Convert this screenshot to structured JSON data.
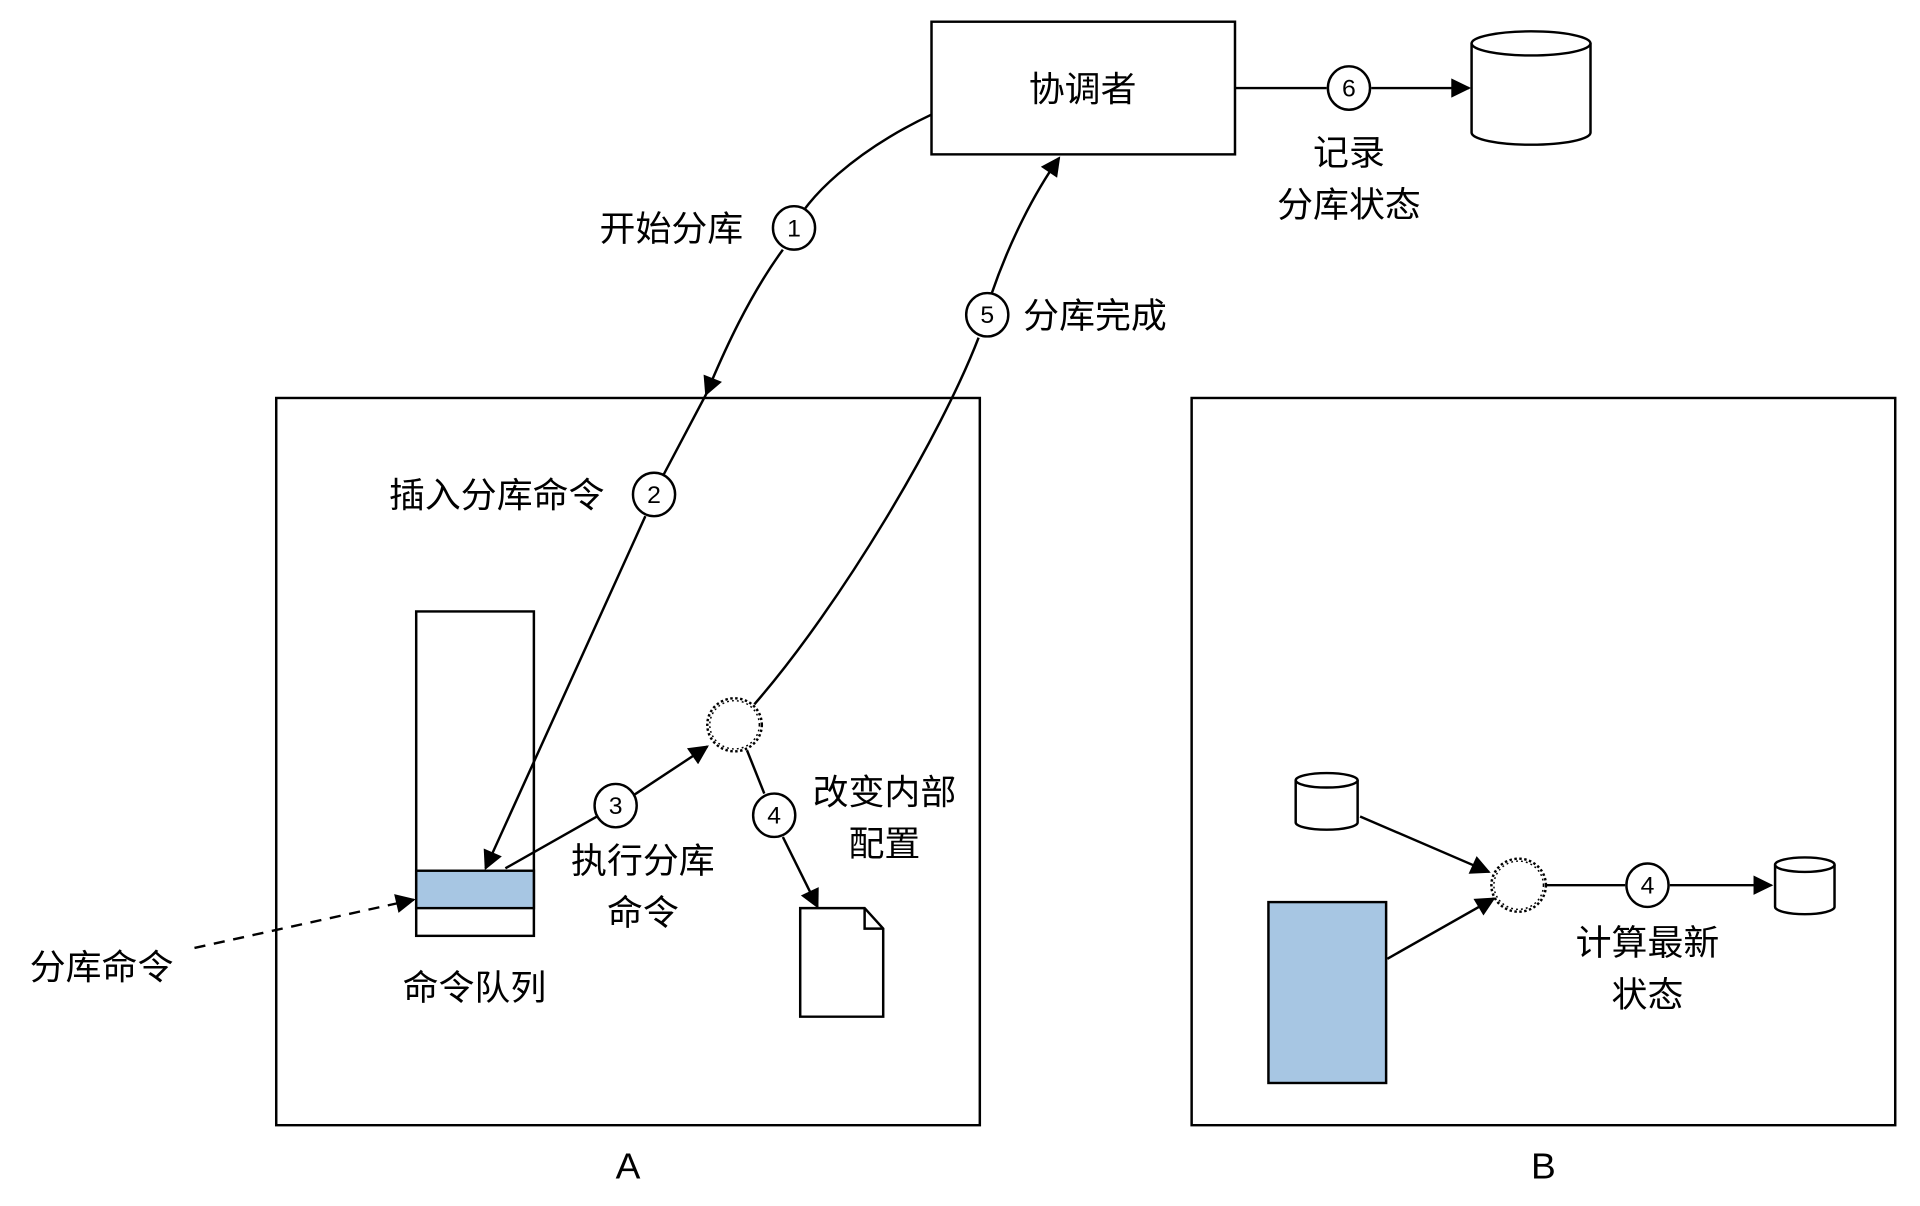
{
  "coordinator": {
    "label": "协调者"
  },
  "steps": {
    "s1": {
      "num": "1",
      "label": "开始分库"
    },
    "s2": {
      "num": "2",
      "label": "插入分库命令"
    },
    "s3": {
      "num": "3",
      "label_line1": "执行分库",
      "label_line2": "命令"
    },
    "s4a": {
      "num": "4",
      "label_line1": "改变内部",
      "label_line2": "配置"
    },
    "s5": {
      "num": "5",
      "label": "分库完成"
    },
    "s6": {
      "num": "6",
      "label_line1": "记录",
      "label_line2": "分库状态"
    },
    "s4b": {
      "num": "4",
      "label_line1": "计算最新",
      "label_line2": "状态"
    }
  },
  "panel_a": {
    "letter": "A",
    "queue_label": "命令队列",
    "input_label": "分库命令"
  },
  "panel_b": {
    "letter": "B"
  },
  "colors": {
    "queue_item": "#a7c6e3",
    "stroke": "#000000",
    "background": "#ffffff"
  }
}
